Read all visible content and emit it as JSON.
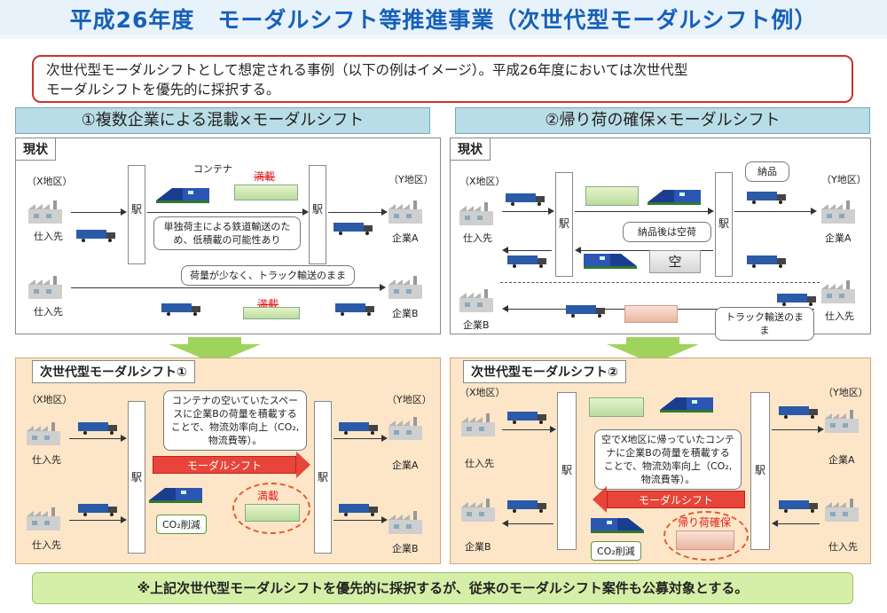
{
  "title": "平成26年度　モーダルシフト等推進事業（次世代型モーダルシフト例）",
  "intro": {
    "line1": "次世代型モーダルシフトとして想定される事例（以下の例はイメージ）。平成26年度においては次世代型",
    "line2": "モーダルシフトを優先的に採択する。"
  },
  "section1": {
    "header": "①複数企業による混載×モーダルシフト",
    "current": {
      "tag": "現状",
      "x_region": "（X地区）",
      "y_region": "（Y地区）",
      "supplier1": "仕入先",
      "supplier2": "仕入先",
      "company_a": "企業A",
      "company_b": "企業B",
      "station": "駅",
      "container_label": "コンテナ",
      "full_load": "満載",
      "callout1": "単独荷主による鉄道輸送のため、低積載の可能性あり",
      "callout2": "荷量が少なく、トラック輸送のまま"
    },
    "next": {
      "tag": "次世代型モーダルシフト①",
      "x_region": "（X地区）",
      "y_region": "（Y地区）",
      "supplier1": "仕入先",
      "supplier2": "仕入先",
      "company_a": "企業A",
      "company_b": "企業B",
      "station": "駅",
      "callout": "コンテナの空いていたスペースに企業Bの荷量を積載することで、物流効率向上（CO₂,物流費等）。",
      "arrow_label": "モーダルシフト",
      "full_load": "満載",
      "co2": "CO₂削減"
    }
  },
  "section2": {
    "header": "②帰り荷の確保×モーダルシフト",
    "current": {
      "tag": "現状",
      "x_region": "（X地区）",
      "y_region": "（Y地区）",
      "supplier_top": "仕入先",
      "supplier_bottom": "仕入先",
      "company_a": "企業A",
      "company_b": "企業B",
      "station": "駅",
      "delivery": "納品",
      "empty_after": "納品後は空荷",
      "empty": "空",
      "truck_callout": "トラック輸送のまま"
    },
    "next": {
      "tag": "次世代型モーダルシフト②",
      "x_region": "（X地区）",
      "y_region": "（Y地区）",
      "supplier_top": "仕入先",
      "supplier_bottom": "仕入先",
      "company_a": "企業A",
      "company_b": "企業B",
      "station": "駅",
      "callout": "空でX地区に帰っていたコンテナに企業Bの荷量を積載することで、物流効率向上（CO₂,物流費等）。",
      "arrow_label": "モーダルシフト",
      "return_cargo": "帰り荷確保",
      "co2": "CO₂削減"
    }
  },
  "footer": "※上記次世代型モーダルシフトを優先的に採択するが、従来のモーダルシフト案件も公募対象とする。",
  "colors": {
    "title": "#1660b8",
    "section_header_bg": "#b9dde6",
    "next_panel_bg": "#fde6c8",
    "modal_shift_arrow": "#e8443a",
    "down_arrow": "#9fd45c",
    "footer_bg": "#d6efa8"
  }
}
